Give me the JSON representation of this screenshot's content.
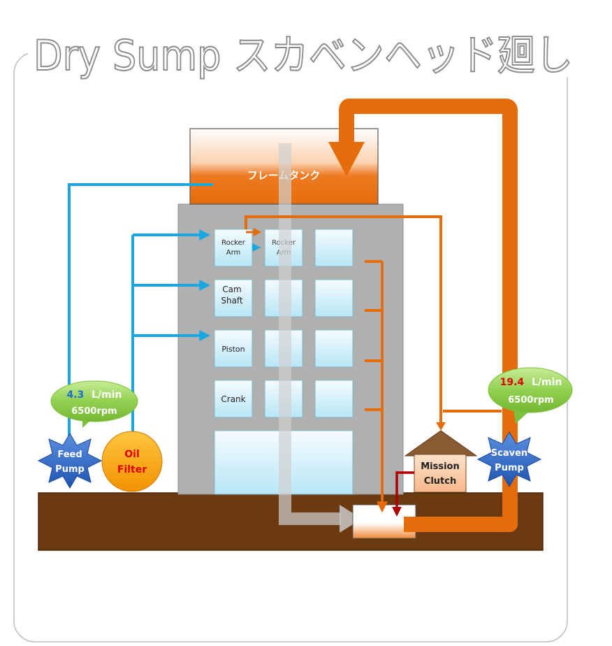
{
  "title": "Dry Sump スカベンヘッド廻し",
  "tank": {
    "label": "フレームタンク"
  },
  "cells": {
    "rocker_arm_1": [
      "Rocker",
      "Arm"
    ],
    "rocker_arm_2": [
      "Rocker",
      "Arm"
    ],
    "cam_shaft": [
      "Cam",
      "Shaft"
    ],
    "piston": "Piston",
    "crank": "Crank"
  },
  "feed_pump": {
    "line1": "Feed",
    "line2": "Pump"
  },
  "oil_filter": {
    "line1": "Oil",
    "line2": "Filter"
  },
  "scaven_pump": {
    "line1": "Scaven",
    "line2": "Pump"
  },
  "mission_clutch": {
    "line1": "Mission",
    "line2": "Clutch"
  },
  "feed_bubble": {
    "value": "4.3",
    "unit": "L/min",
    "rpm": "6500rpm"
  },
  "scaven_bubble": {
    "value": "19.4",
    "unit": "L/min",
    "rpm": "6500rpm"
  },
  "colors": {
    "feed_line": "#1aa7e0",
    "scavenge_line": "#e46c0a",
    "title_fill": "#ffffff",
    "title_stroke": "#8b8b8b",
    "building": "#b0b0b0",
    "ground": "#6b3a10",
    "cell": "#d8f2fb",
    "bubble": "#8ed04a",
    "feed_value": "#1a6fd0",
    "scaven_value": "#e00000",
    "pump_star": "#2e6cc8",
    "filter": "#f5a000",
    "filter_text": "#e00000",
    "roof": "#8a5a32",
    "clutch_box": "#f9c9a0",
    "clutch_line": "#b00000"
  }
}
